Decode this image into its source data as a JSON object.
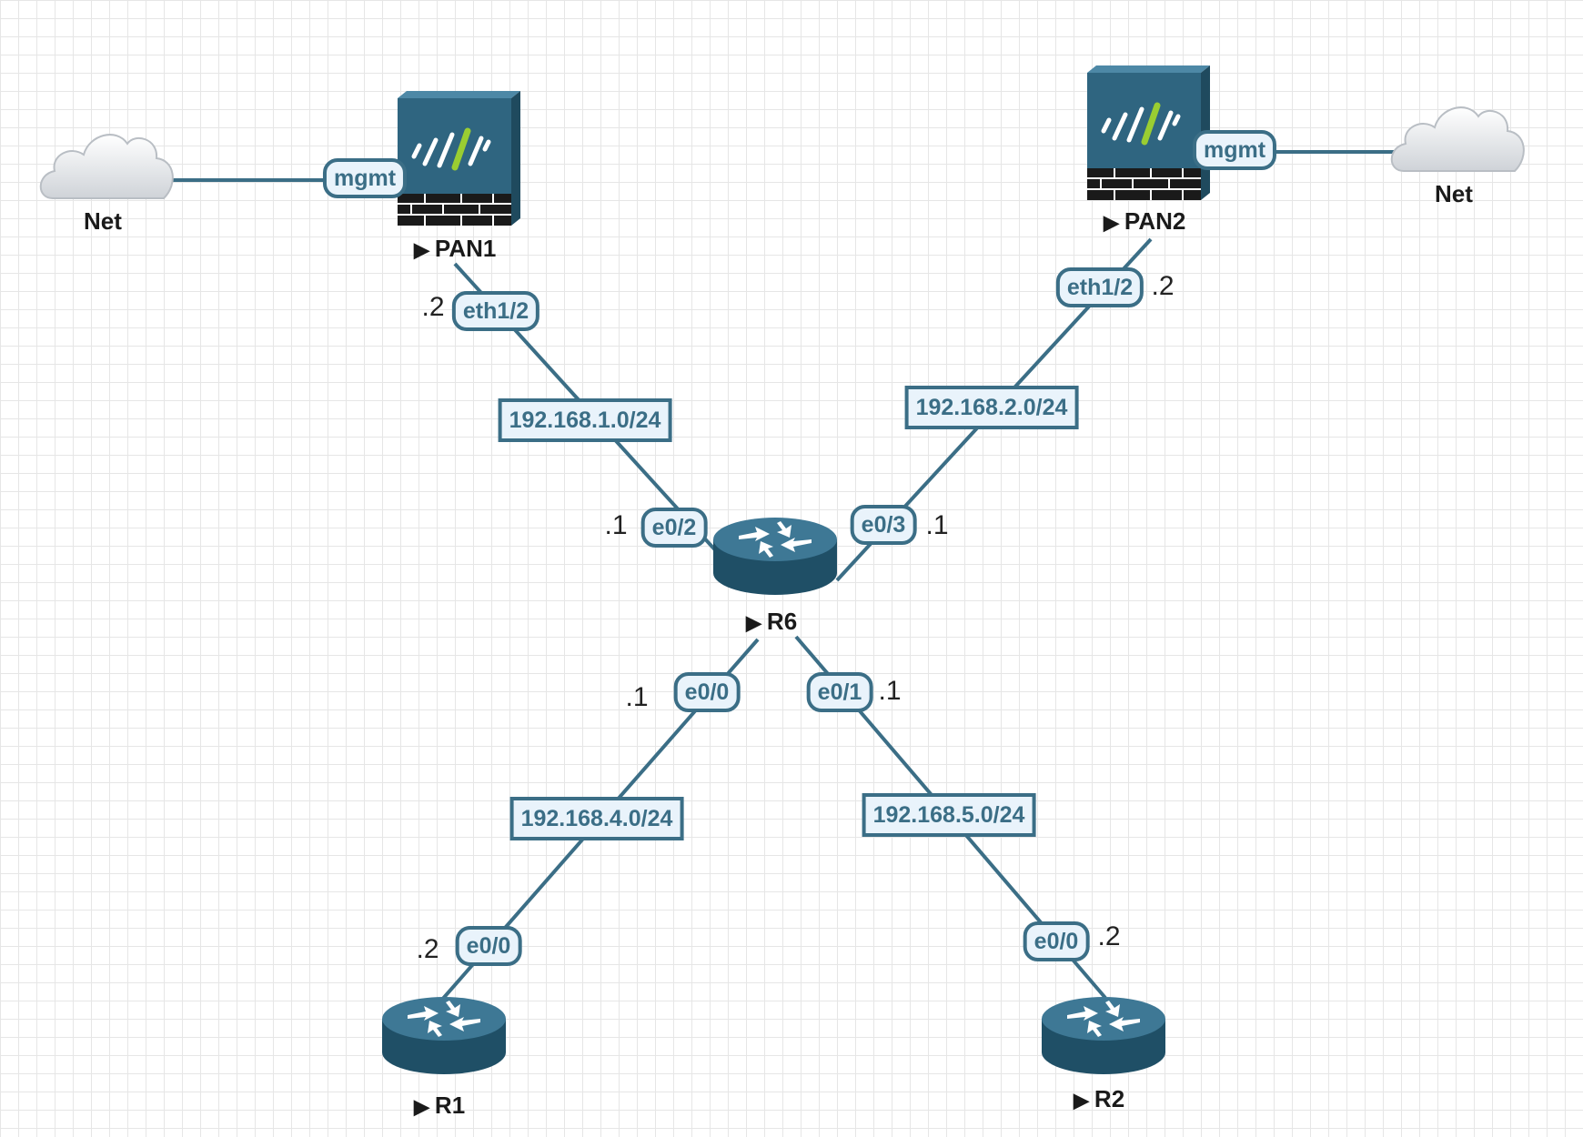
{
  "nodes": {
    "net_left": {
      "label": "Net",
      "icon": "cloud-icon"
    },
    "net_right": {
      "label": "Net",
      "icon": "cloud-icon"
    },
    "pan1": {
      "label": "PAN1",
      "icon": "firewall-icon"
    },
    "pan2": {
      "label": "PAN2",
      "icon": "firewall-icon"
    },
    "r6": {
      "label": "R6",
      "icon": "router-icon"
    },
    "r1": {
      "label": "R1",
      "icon": "router-icon"
    },
    "r2": {
      "label": "R2",
      "icon": "router-icon"
    }
  },
  "links": [
    {
      "from": "net_left",
      "to": "pan1",
      "iface_to": "mgmt"
    },
    {
      "from": "pan2",
      "to": "net_right",
      "iface_from": "mgmt"
    },
    {
      "from": "pan1",
      "to": "r6",
      "iface_from": "eth1/2",
      "addr_from": ".2",
      "iface_to": "e0/2",
      "addr_to": ".1",
      "network": "192.168.1.0/24"
    },
    {
      "from": "pan2",
      "to": "r6",
      "iface_from": "eth1/2",
      "addr_from": ".2",
      "iface_to": "e0/3",
      "addr_to": ".1",
      "network": "192.168.2.0/24"
    },
    {
      "from": "r6",
      "to": "r1",
      "iface_from": "e0/0",
      "addr_from": ".1",
      "iface_to": "e0/0",
      "addr_to": ".2",
      "network": "192.168.4.0/24"
    },
    {
      "from": "r6",
      "to": "r2",
      "iface_from": "e0/1",
      "addr_from": ".1",
      "iface_to": "e0/0",
      "addr_to": ".2",
      "network": "192.168.5.0/24"
    }
  ],
  "colors": {
    "link": "#3b6e86",
    "device": "#2f6580",
    "label_bg": "#e9f3fb",
    "accent": "#9acd32"
  }
}
